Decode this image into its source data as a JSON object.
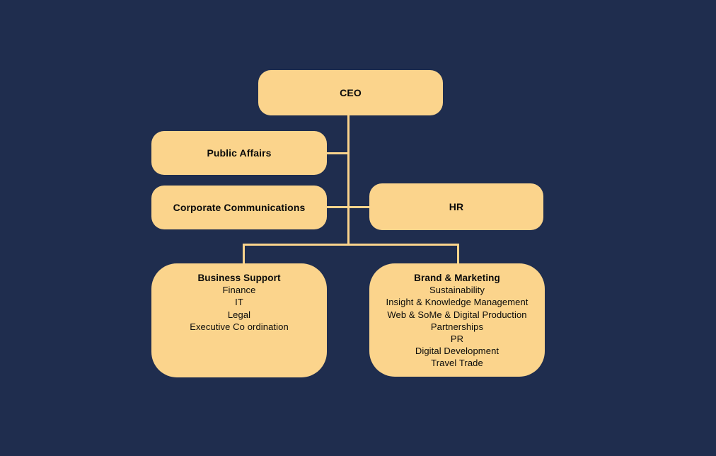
{
  "theme": {
    "background": "#1f2d4e",
    "box_fill": "#fbd48c",
    "line_color": "#fbd48c",
    "text_color": "#0a0a0a"
  },
  "org_chart": {
    "ceo": {
      "label": "CEO"
    },
    "public_affairs": {
      "label": "Public Affairs"
    },
    "corporate_communications": {
      "label": "Corporate Communications"
    },
    "hr": {
      "label": "HR"
    },
    "business_support": {
      "title": "Business Support",
      "items": [
        "Finance",
        "IT",
        "Legal",
        "Executive Co ordination"
      ]
    },
    "brand_marketing": {
      "title": "Brand & Marketing",
      "items": [
        "Sustainability",
        "Insight & Knowledge Management",
        "Web & SoMe & Digital Production",
        "Partnerships",
        "PR",
        "Digital Development",
        "Travel Trade"
      ]
    }
  }
}
